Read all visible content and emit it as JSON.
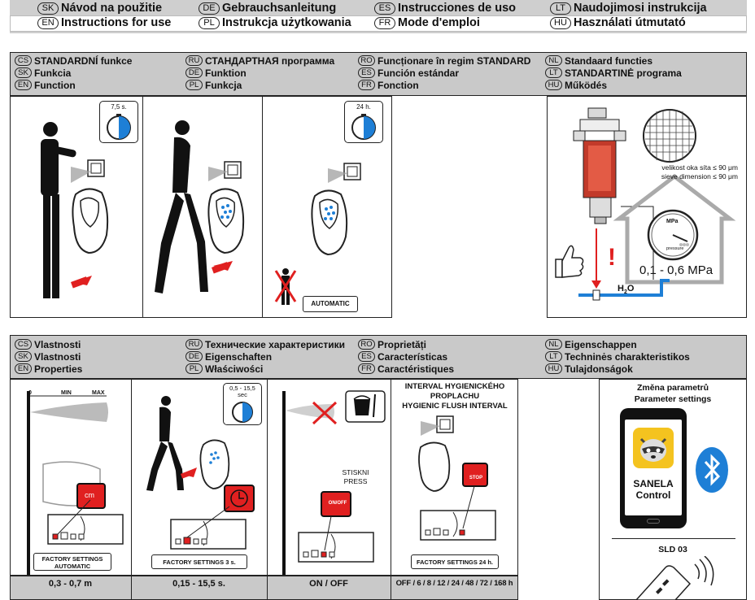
{
  "top": {
    "row1": [
      {
        "code": "SK",
        "text": "Návod na použitie"
      },
      {
        "code": "DE",
        "text": "Gebrauchsanleitung"
      },
      {
        "code": "ES",
        "text": "Instrucciones de uso"
      },
      {
        "code": "LT",
        "text": "Naudojimosi instrukcija"
      }
    ],
    "row2": [
      {
        "code": "EN",
        "text": "Instructions for use"
      },
      {
        "code": "PL",
        "text": "Instrukcja użytkowania"
      },
      {
        "code": "FR",
        "text": "Mode d'emploi"
      },
      {
        "code": "HU",
        "text": "Használati útmutató"
      }
    ]
  },
  "section1": {
    "headers": [
      [
        {
          "code": "CS",
          "text": "STANDARDNÍ funkce"
        },
        {
          "code": "SK",
          "text": "Funkcia"
        },
        {
          "code": "EN",
          "text": "Function"
        }
      ],
      [
        {
          "code": "RU",
          "text": "СТАНДАРТНАЯ программа"
        },
        {
          "code": "DE",
          "text": "Funktion"
        },
        {
          "code": "PL",
          "text": "Funkcja"
        }
      ],
      [
        {
          "code": "RO",
          "text": "Funcționare în regim STANDARD"
        },
        {
          "code": "ES",
          "text": "Función estándar"
        },
        {
          "code": "FR",
          "text": "Fonction"
        }
      ],
      [
        {
          "code": "NL",
          "text": "Standaard functies"
        },
        {
          "code": "LT",
          "text": "STANDARTINĖ programa"
        },
        {
          "code": "HU",
          "text": "Működés"
        }
      ]
    ],
    "timer1": "7,5 s.",
    "timer2": "24 h.",
    "automatic": "AUTOMATIC",
    "sieve_cs": "velikost oka síta ≤ 90 μm",
    "sieve_en": "sieve dimension ≤ 90 μm",
    "gauge_unit": "MPa",
    "gauge_bottom": "pressure",
    "pressure_range": "0,1 - 0,6 MPa",
    "h2o": "H",
    "h2o_sub": "2",
    "h2o_end": "O",
    "warning": "!"
  },
  "section2": {
    "headers": [
      [
        {
          "code": "CS",
          "text": "Vlastnosti"
        },
        {
          "code": "SK",
          "text": "Vlastnosti"
        },
        {
          "code": "EN",
          "text": "Properties"
        }
      ],
      [
        {
          "code": "RU",
          "text": "Технические характеристики"
        },
        {
          "code": "DE",
          "text": "Eigenschaften"
        },
        {
          "code": "PL",
          "text": "Właściwości"
        }
      ],
      [
        {
          "code": "RO",
          "text": "Proprietăți"
        },
        {
          "code": "ES",
          "text": "Características"
        },
        {
          "code": "FR",
          "text": "Caractéristiques"
        }
      ],
      [
        {
          "code": "NL",
          "text": "Eigenschappen"
        },
        {
          "code": "LT",
          "text": "Techninės charakteristikos"
        },
        {
          "code": "HU",
          "text": "Tulajdonságok"
        }
      ]
    ],
    "range_zero": "0",
    "range_min": "MIN",
    "range_max": "MAX",
    "cm_label": "cm",
    "factory1_a": "FACTORY SETTINGS",
    "factory1_b": "AUTOMATIC",
    "timer3_a": "0,5 - 15,5",
    "timer3_b": "sec",
    "factory2": "FACTORY SETTINGS  3 s.",
    "stiskni": "STISKNI",
    "press": "PRESS",
    "onoff_btn": "ON/OFF",
    "interval_cs1": "INTERVAL HYGIENICKÉHO",
    "interval_cs2": "PROPLACHU",
    "interval_en": "HYGIENIC FLUSH INTERVAL",
    "stop": "STOP",
    "factory3": "FACTORY SETTINGS 24 h.",
    "param_cs": "Změna parametrů",
    "param_en": "Parameter settings",
    "app_name1": "SANELA",
    "app_name2": "Control",
    "model": "SLD 03",
    "foot": [
      "0,3 - 0,7 m",
      "0,15 - 15,5 s.",
      "ON / OFF",
      "OFF / 6 / 8 / 12 / 24 / 48 / 72 / 168 h"
    ]
  },
  "colors": {
    "accent_blue": "#1e7fd6",
    "red": "#e02020",
    "gray": "#cfcfcf"
  }
}
